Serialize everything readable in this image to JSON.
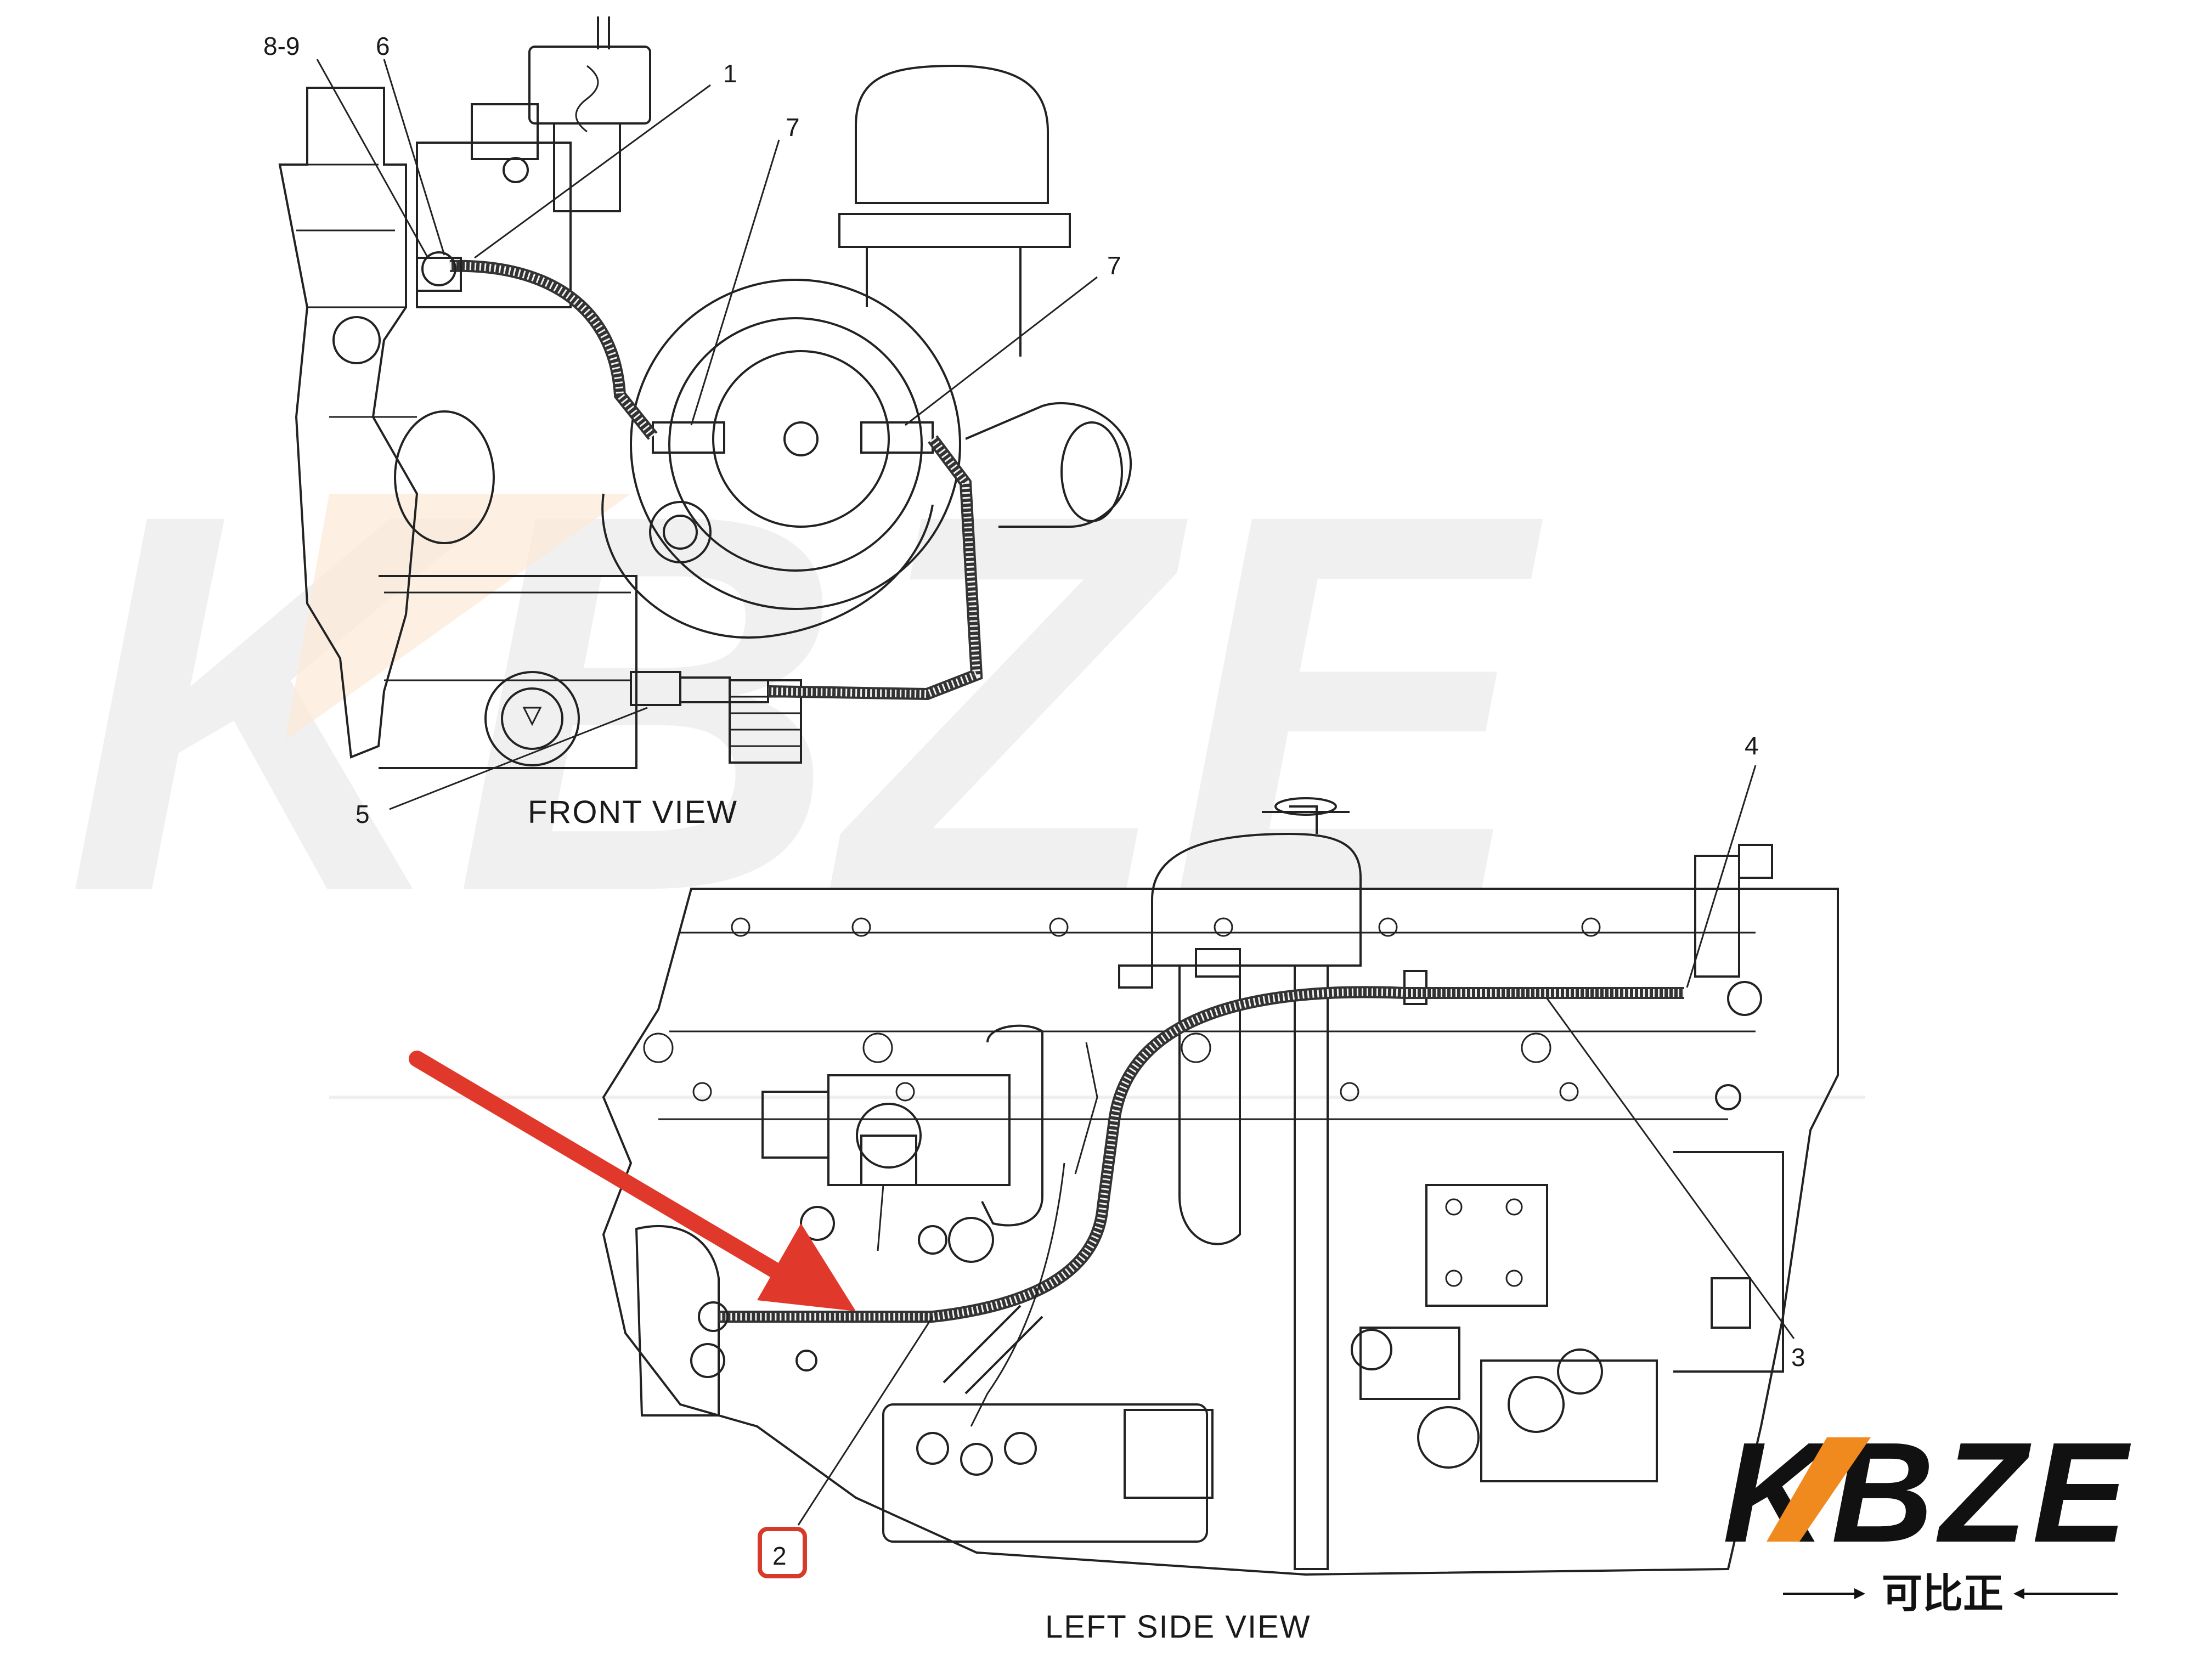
{
  "views": {
    "front_title": "FRONT VIEW",
    "side_title": "LEFT SIDE VIEW"
  },
  "callouts": {
    "c89": "8-9",
    "c6": "6",
    "c1": "1",
    "c7a": "7",
    "c7b": "7",
    "c5": "5",
    "c4": "4",
    "c3": "3",
    "c2": "2"
  },
  "logo": {
    "brand": "KBZE",
    "chinese": "可比正"
  },
  "colors": {
    "arrow": "#e0392b",
    "highlight_box": "#d63a2a",
    "logo_accent": "#f08a1e",
    "line_art": "#222222",
    "watermark": "#e6e6e6"
  }
}
